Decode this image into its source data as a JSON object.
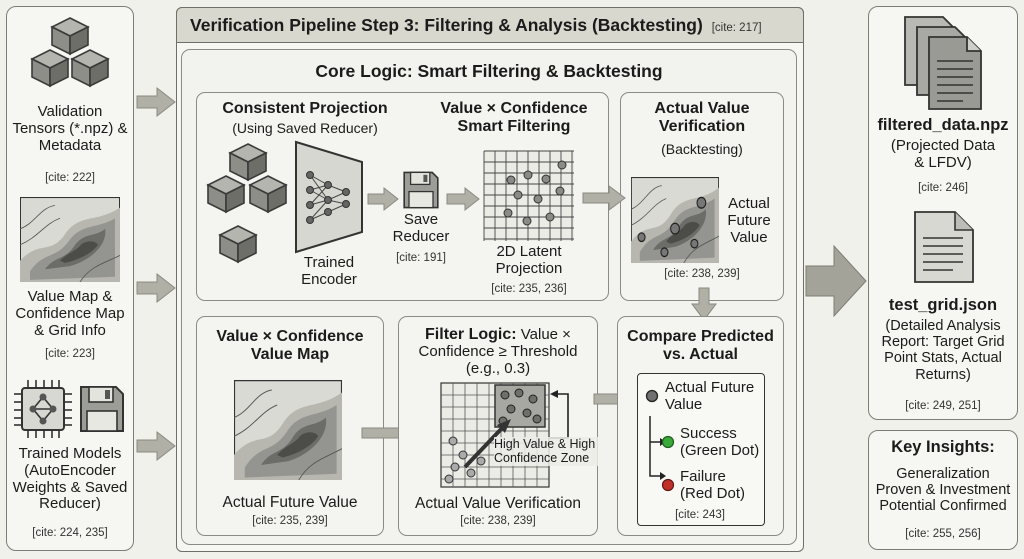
{
  "header": {
    "title": "Verification Pipeline Step 3: Filtering & Analysis (Backtesting)",
    "cite": "[cite: 217]"
  },
  "core": {
    "title": "Core Logic: Smart Filtering & Backtesting"
  },
  "inputs": {
    "validation": {
      "label": "Validation Tensors (*.npz) & Metadata",
      "cite": "[cite: 222]"
    },
    "value_map": {
      "label": "Value Map & Confidence Map & Grid Info",
      "cite": "[cite: 223]"
    },
    "models": {
      "label": "Trained Models (AutoEncoder Weights & Saved Reducer)",
      "cite": "[cite: 224, 235]"
    }
  },
  "projection": {
    "title": "Consistent Projection",
    "subtitle": "(Using Saved Reducer)",
    "encoder_label": "Trained Encoder",
    "save_label": "Save Reducer",
    "save_cite": "[cite: 191]"
  },
  "smart_filter": {
    "title": "Value × Confidence Smart Filtering",
    "latent_label": "2D Latent Projection",
    "cite": "[cite: 235, 236]"
  },
  "actual_verification": {
    "title": "Actual Value Verification",
    "subtitle": "(Backtesting)",
    "label": "Actual Future Value",
    "cite": "[cite: 238, 239]"
  },
  "vc_map": {
    "title": "Value × Confidence Value Map",
    "label": "Actual Future Value",
    "cite": "[cite: 235, 239]"
  },
  "filter_logic": {
    "title_bold": "Filter Logic:",
    "title_rest": " Value × Confidence ≥ Threshold (e.g., 0.3)",
    "zone_label": "High Value & High Confidence Zone",
    "label": "Actual Value Verification",
    "cite": "[cite: 238, 239]"
  },
  "compare": {
    "title": "Compare Predicted vs. Actual",
    "legend_actual": "Actual Future Value",
    "legend_success": "Success (Green Dot)",
    "legend_failure": "Failure (Red Dot)",
    "cite": "[cite: 243]"
  },
  "outputs": {
    "filtered": {
      "name": "filtered_data.npz",
      "desc": "(Projected Data & LFDV)",
      "cite": "[cite: 246]"
    },
    "grid": {
      "name": "test_grid.json",
      "desc": "(Detailed Analysis Report: Target Grid Point Stats, Actual Returns)",
      "cite": "[cite: 249, 251]"
    }
  },
  "insights": {
    "title": "Key Insights:",
    "text": "Generalization Proven & Investment Potential Confirmed",
    "cite": "[cite: 255, 256]"
  },
  "colors": {
    "success": "#3aa83a",
    "failure": "#c0302b",
    "actual_dot": "#707070",
    "arrow": "#a8a89c"
  }
}
